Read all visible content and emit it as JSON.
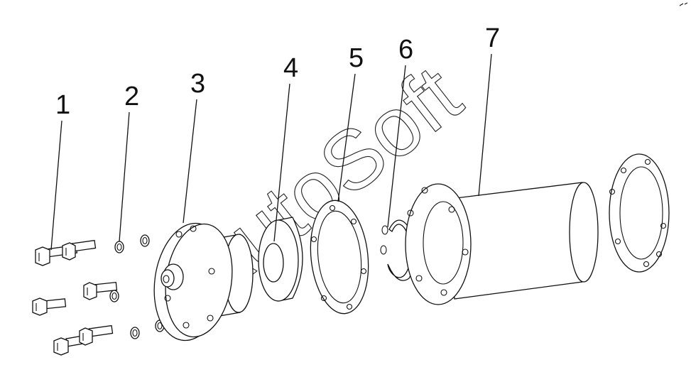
{
  "diagram": {
    "callouts": [
      {
        "id": "part-1",
        "label": "1"
      },
      {
        "id": "part-2",
        "label": "2"
      },
      {
        "id": "part-3",
        "label": "3"
      },
      {
        "id": "part-4",
        "label": "4"
      },
      {
        "id": "part-5",
        "label": "5"
      },
      {
        "id": "part-6",
        "label": "6"
      },
      {
        "id": "part-7",
        "label": "7"
      }
    ],
    "watermark": "AutoSoft",
    "line_color": "#111111",
    "background": "#ffffff"
  }
}
